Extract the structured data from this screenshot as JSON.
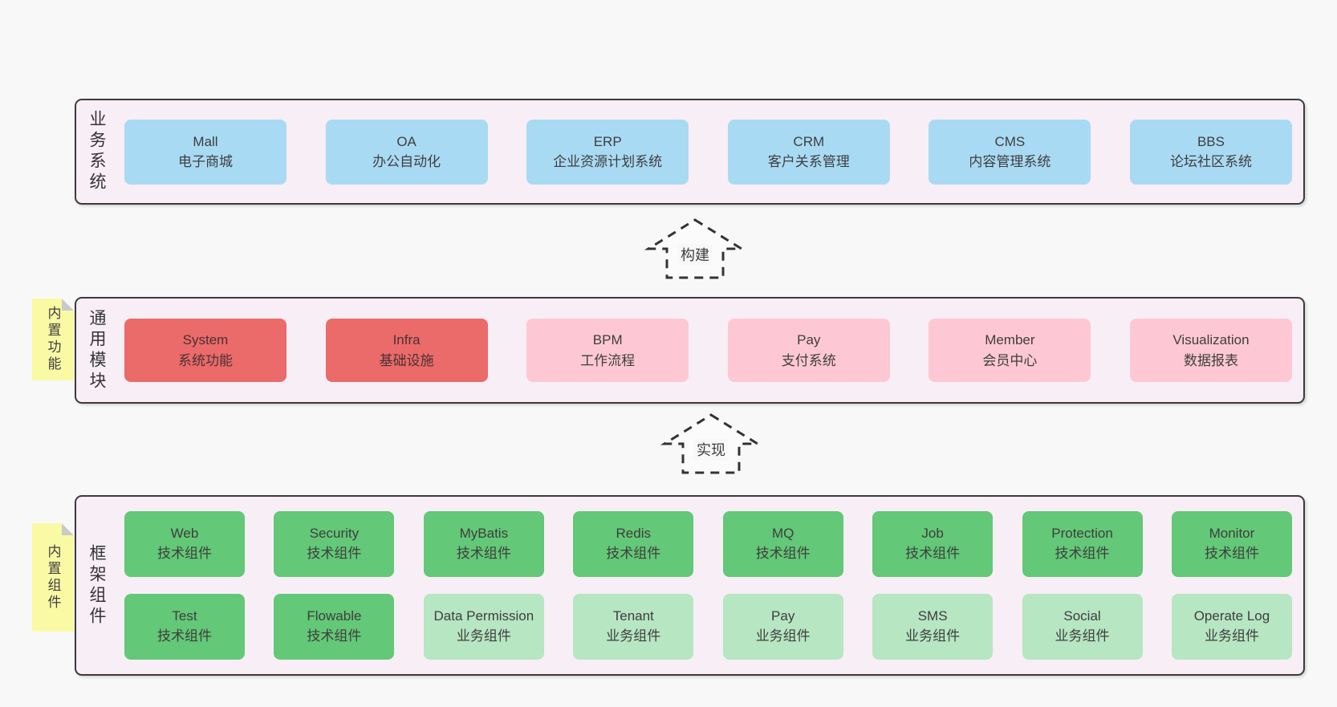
{
  "palette": {
    "page-bg": "#f8f8f8",
    "panel-bg": "#f8eef6",
    "panel-border": "#3b3b3b",
    "box-blue": "#a9daf3",
    "box-red": "#eb6a6a",
    "box-pink": "#fdc8d3",
    "box-green": "#63c877",
    "box-green-light": "#b6e6c2",
    "sticky-yellow": "#fafaa5",
    "sticky-fold": "#c9c9c9",
    "text-dark": "#3e3e3e",
    "arrow-stroke": "#333333"
  },
  "arrows": {
    "build": "构建",
    "implement": "实现"
  },
  "sections": {
    "business": {
      "label": "业务系统",
      "boxes": [
        {
          "title": "Mall",
          "subtitle": "电子商城"
        },
        {
          "title": "OA",
          "subtitle": "办公自动化"
        },
        {
          "title": "ERP",
          "subtitle": "企业资源计划系统"
        },
        {
          "title": "CRM",
          "subtitle": "客户关系管理"
        },
        {
          "title": "CMS",
          "subtitle": "内容管理系统"
        },
        {
          "title": "BBS",
          "subtitle": "论坛社区系统"
        }
      ]
    },
    "common": {
      "sticky": "内置功能",
      "label": "通用模块",
      "boxes": [
        {
          "title": "System",
          "subtitle": "系统功能"
        },
        {
          "title": "Infra",
          "subtitle": "基础设施"
        },
        {
          "title": "BPM",
          "subtitle": "工作流程"
        },
        {
          "title": "Pay",
          "subtitle": "支付系统"
        },
        {
          "title": "Member",
          "subtitle": "会员中心"
        },
        {
          "title": "Visualization",
          "subtitle": "数据报表"
        }
      ]
    },
    "framework": {
      "sticky": "内置组件",
      "label": "框架组件",
      "row1": [
        {
          "title": "Web",
          "subtitle": "技术组件"
        },
        {
          "title": "Security",
          "subtitle": "技术组件"
        },
        {
          "title": "MyBatis",
          "subtitle": "技术组件"
        },
        {
          "title": "Redis",
          "subtitle": "技术组件"
        },
        {
          "title": "MQ",
          "subtitle": "技术组件"
        },
        {
          "title": "Job",
          "subtitle": "技术组件"
        },
        {
          "title": "Protection",
          "subtitle": "技术组件"
        },
        {
          "title": "Monitor",
          "subtitle": "技术组件"
        }
      ],
      "row2": [
        {
          "title": "Test",
          "subtitle": "技术组件"
        },
        {
          "title": "Flowable",
          "subtitle": "技术组件"
        },
        {
          "title": "Data Permission",
          "subtitle": "业务组件"
        },
        {
          "title": "Tenant",
          "subtitle": "业务组件"
        },
        {
          "title": "Pay",
          "subtitle": "业务组件"
        },
        {
          "title": "SMS",
          "subtitle": "业务组件"
        },
        {
          "title": "Social",
          "subtitle": "业务组件"
        },
        {
          "title": "Operate Log",
          "subtitle": "业务组件"
        }
      ]
    }
  }
}
